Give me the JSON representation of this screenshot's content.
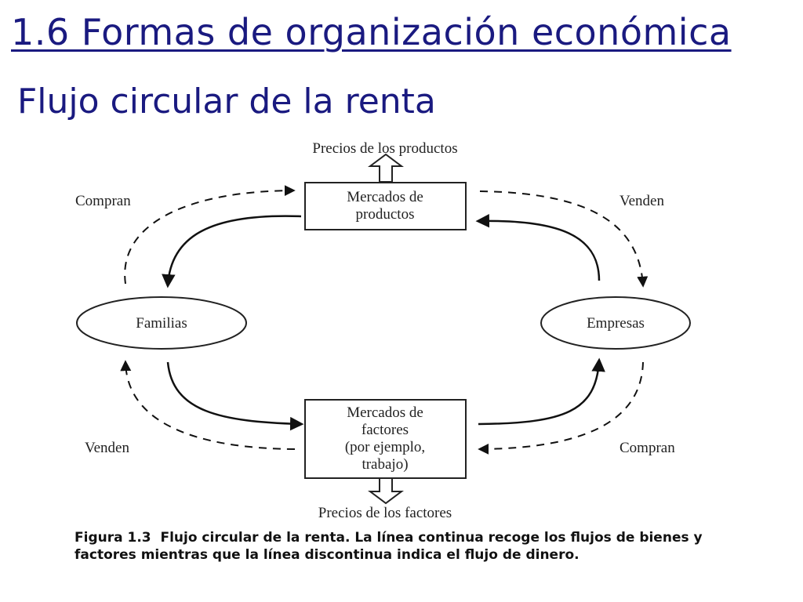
{
  "header": {
    "title": "1.6 Formas de organización económica",
    "subtitle": "Flujo circular de la renta"
  },
  "diagram": {
    "top_price_label": "Precios de los productos",
    "bottom_price_label": "Precios de los factores",
    "product_market": {
      "line1": "Mercados de",
      "line2": "productos"
    },
    "factor_market": {
      "line1": "Mercados de",
      "line2": "factores",
      "line3": "(por ejemplo,",
      "line4": "trabajo)"
    },
    "households": "Familias",
    "firms": "Empresas",
    "top_left": "Compran",
    "top_right": "Venden",
    "bottom_left": "Venden",
    "bottom_right": "Compran"
  },
  "caption": {
    "label": "Figura 1.3",
    "text": "Flujo circular de la renta. La línea continua recoge los flujos de bienes y factores mientras que la línea discontinua indica el flujo de dinero."
  }
}
